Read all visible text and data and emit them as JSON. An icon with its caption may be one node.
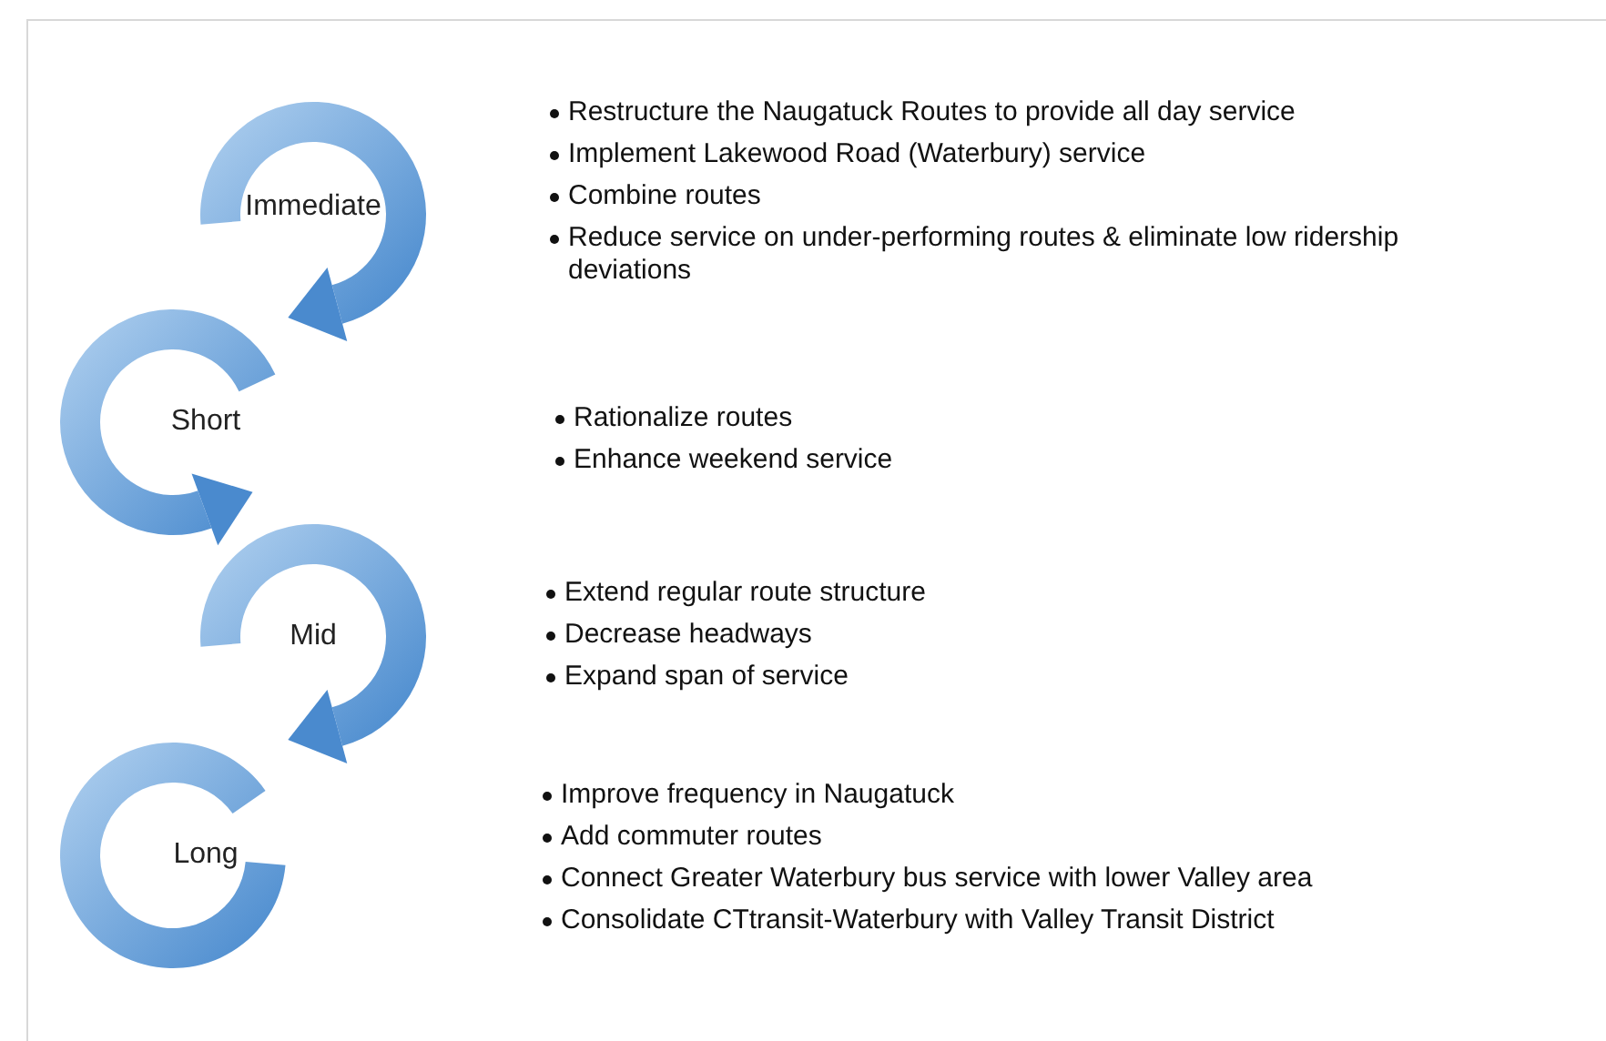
{
  "diagram": {
    "nodes": [
      {
        "text": [
          "Immediate"
        ]
      },
      {
        "text": [
          "Short"
        ]
      },
      {
        "text": [
          "Mid"
        ]
      },
      {
        "text": [
          "Long"
        ]
      }
    ],
    "labels": [
      "Restructure the Naugatuck Routes to provide all day service",
      "Implement Lakewood Road (Waterbury) service",
      "Combine routes",
      "Reduce service on under-performing routes & eliminate low ridership deviations",
      "Rationalize routes",
      "Enhance weekend service",
      "Extend regular route structure",
      "Decrease headways",
      "Expand span of service",
      "Improve frequency in Naugatuck",
      "Add commuter routes",
      "Connect Greater Waterbury bus service with lower Valley area",
      "Consolidate CTtransit-Waterbury with Valley Transit District"
    ]
  }
}
